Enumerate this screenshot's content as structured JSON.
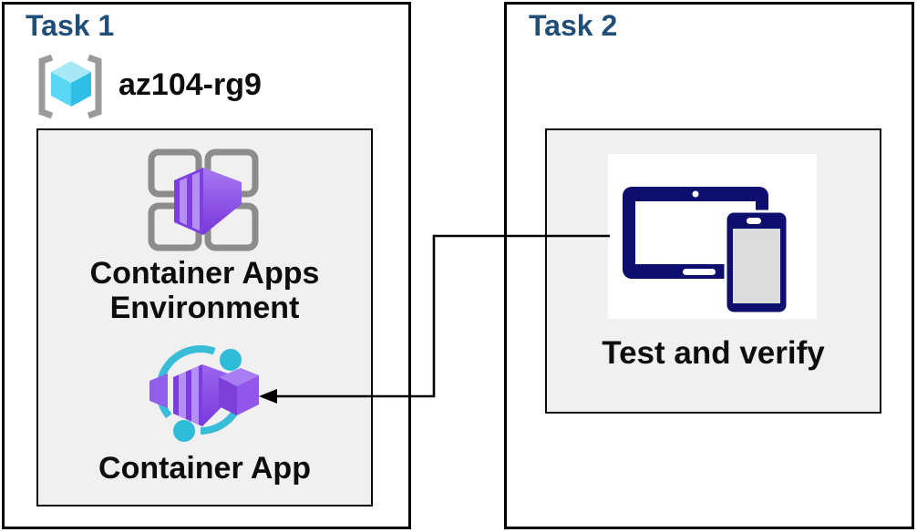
{
  "diagram": {
    "colors": {
      "task_title_blue": "#1F4E79",
      "label_text": "#0d0d0d",
      "inner_box_fill": "#f0f0f0",
      "box_border": "#000000",
      "resource_group_cyan": "#50d1f0",
      "container_purple": "#8b50e8",
      "container_app_cyan": "#38bdd9",
      "device_navy": "#0e0e6e"
    },
    "tasks": [
      {
        "title": "Task 1",
        "resource_group": {
          "name": "az104-rg9",
          "icon": "resource-group-icon"
        },
        "nodes": [
          {
            "label": "Container Apps Environment",
            "icon": "container-apps-environment-icon"
          },
          {
            "label": "Container App",
            "icon": "container-app-icon"
          }
        ]
      },
      {
        "title": "Task 2",
        "nodes": [
          {
            "label": "Test and verify",
            "icon": "tablet-and-phone-icon"
          }
        ]
      }
    ],
    "connector": {
      "type": "elbow-arrow",
      "from": "Test and verify",
      "to": "Container App"
    }
  }
}
